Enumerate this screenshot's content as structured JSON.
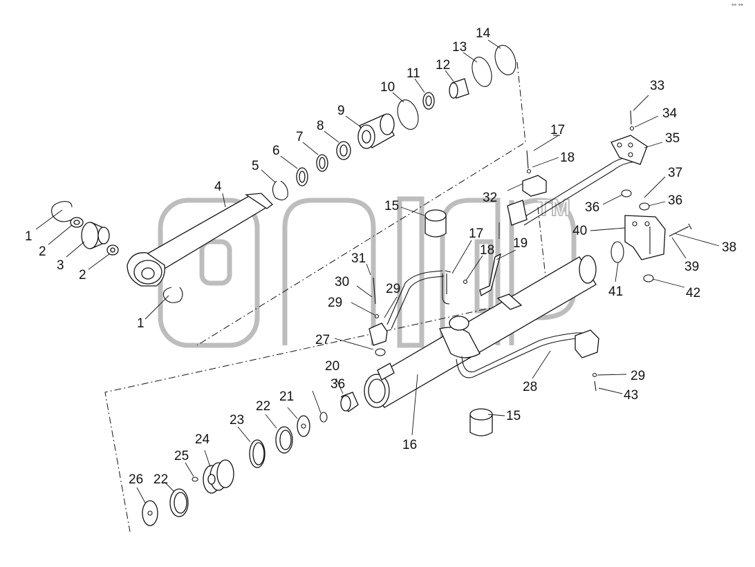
{
  "watermark": {
    "text": "TM"
  },
  "corner_text": "°° °°",
  "callouts": [
    {
      "label": "1"
    },
    {
      "label": "1"
    },
    {
      "label": "2"
    },
    {
      "label": "2"
    },
    {
      "label": "3"
    },
    {
      "label": "4"
    },
    {
      "label": "5"
    },
    {
      "label": "6"
    },
    {
      "label": "7"
    },
    {
      "label": "8"
    },
    {
      "label": "9"
    },
    {
      "label": "10"
    },
    {
      "label": "11"
    },
    {
      "label": "12"
    },
    {
      "label": "13"
    },
    {
      "label": "14"
    },
    {
      "label": "15"
    },
    {
      "label": "15"
    },
    {
      "label": "16"
    },
    {
      "label": "17"
    },
    {
      "label": "17"
    },
    {
      "label": "18"
    },
    {
      "label": "18"
    },
    {
      "label": "19"
    },
    {
      "label": "20"
    },
    {
      "label": "21"
    },
    {
      "label": "22"
    },
    {
      "label": "22"
    },
    {
      "label": "23"
    },
    {
      "label": "24"
    },
    {
      "label": "25"
    },
    {
      "label": "26"
    },
    {
      "label": "27"
    },
    {
      "label": "28"
    },
    {
      "label": "29"
    },
    {
      "label": "29"
    },
    {
      "label": "29"
    },
    {
      "label": "30"
    },
    {
      "label": "31"
    },
    {
      "label": "32"
    },
    {
      "label": "33"
    },
    {
      "label": "34"
    },
    {
      "label": "35"
    },
    {
      "label": "36"
    },
    {
      "label": "36"
    },
    {
      "label": "36"
    },
    {
      "label": "37"
    },
    {
      "label": "38"
    },
    {
      "label": "39"
    },
    {
      "label": "40"
    },
    {
      "label": "41"
    },
    {
      "label": "42"
    },
    {
      "label": "43"
    }
  ]
}
